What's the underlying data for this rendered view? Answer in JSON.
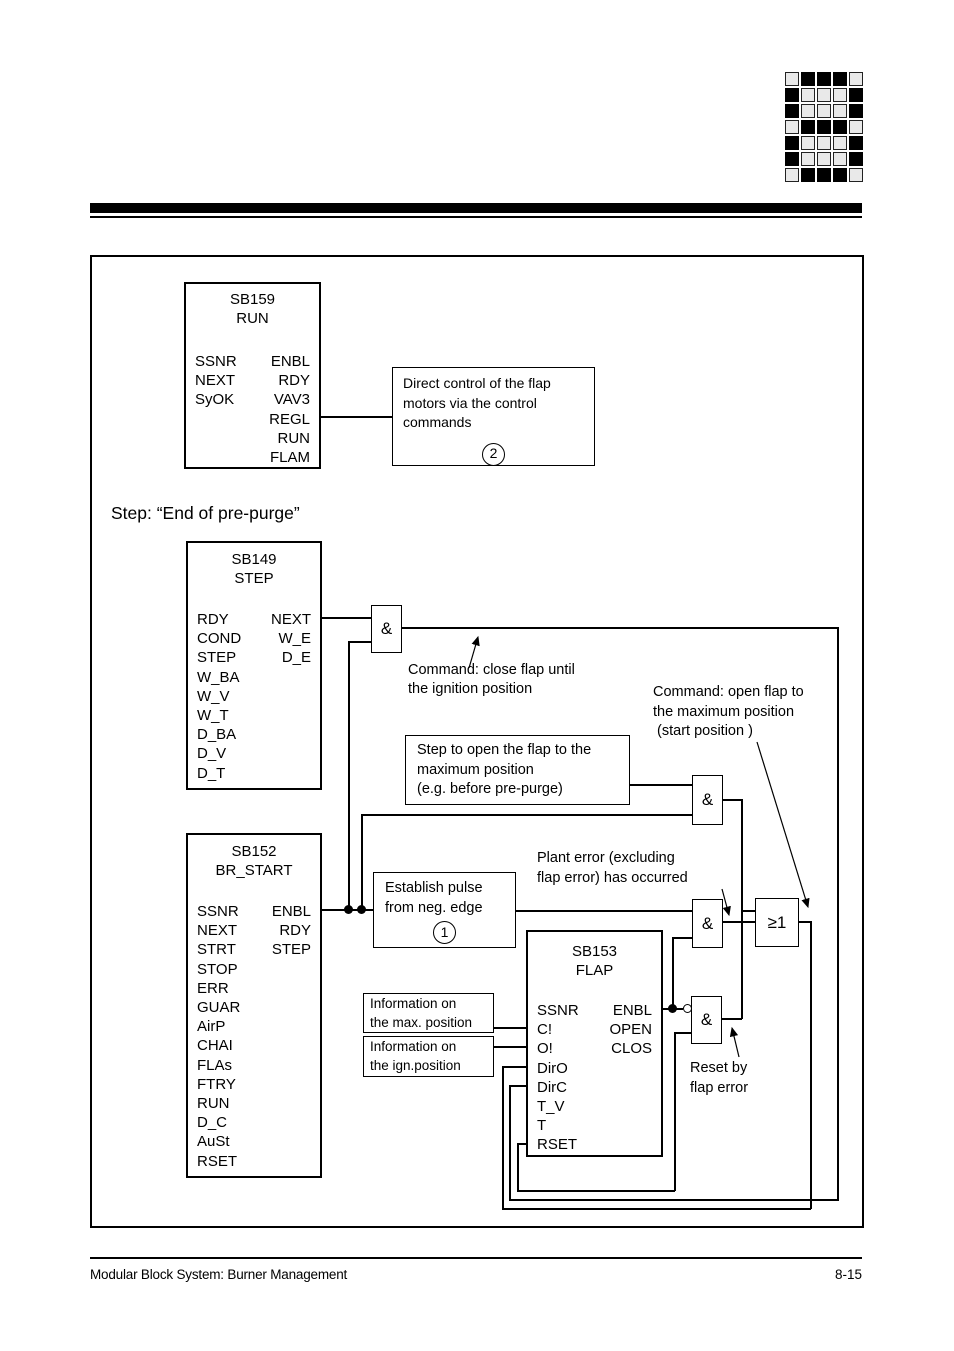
{
  "header": {
    "logo_rows": [
      "LBBBL",
      "BLLLB",
      "BLLLB",
      "LBBBL",
      "BLLLB",
      "BLLLB",
      "LBBBL"
    ]
  },
  "heading": "Step: “End of pre-purge”",
  "blocks": {
    "sb159": {
      "title": [
        "SB159",
        "RUN"
      ],
      "left": [
        "SSNR",
        "NEXT",
        "SyOK"
      ],
      "right": [
        "ENBL",
        "RDY",
        "VAV3",
        "REGL",
        "RUN",
        "FLAM"
      ]
    },
    "sb149": {
      "title": [
        "SB149",
        "STEP"
      ],
      "left": [
        "RDY",
        "COND",
        "STEP",
        "W_BA",
        "W_V",
        "W_T",
        "D_BA",
        "D_V",
        "D_T"
      ],
      "right": [
        "NEXT",
        "W_E",
        "D_E"
      ]
    },
    "sb152": {
      "title": [
        "SB152",
        "BR_START"
      ],
      "left": [
        "SSNR",
        "NEXT",
        "STRT",
        "STOP",
        "ERR",
        "GUAR",
        "AirP",
        "CHAI",
        "FLAs",
        "FTRY",
        "RUN",
        "D_C",
        "AuSt",
        "RSET"
      ],
      "right": [
        "ENBL",
        "RDY",
        "STEP"
      ]
    },
    "sb153": {
      "title": [
        "SB153",
        "FLAP"
      ],
      "left": [
        "SSNR",
        "C!",
        "O!",
        "DirO",
        "DirC",
        "T_V",
        "T",
        "RSET"
      ],
      "right": [
        "ENBL",
        "OPEN",
        "CLOS"
      ]
    }
  },
  "gates": {
    "gate1": "&",
    "gate2": "&",
    "gate3": "&",
    "gate4": "&",
    "or1": "≥1"
  },
  "notes": {
    "note-direct": {
      "lines": [
        "Direct control of the flap",
        "motors via the control",
        "commands"
      ],
      "badge": "2"
    },
    "note-step-open": {
      "lines": [
        "Step to open the flap to the",
        "maximum position",
        "(e.g. before pre-purge)"
      ]
    },
    "note-establish": {
      "lines": [
        "Establish pulse",
        "from neg. edge"
      ],
      "badge": "1"
    },
    "note-info-max": {
      "lines": [
        "Information on",
        "the max. position"
      ]
    },
    "note-info-ign": {
      "lines": [
        "Information on",
        "the ign.position"
      ]
    }
  },
  "labels": {
    "cmd-close": {
      "lines": [
        "Command: close flap until",
        "the ignition position"
      ]
    },
    "cmd-open": {
      "lines": [
        "Command: open flap to",
        "the maximum position",
        " (start position )"
      ]
    },
    "plant-error": {
      "lines": [
        "Plant error (excluding",
        "flap error) has occurred"
      ]
    },
    "reset-by": {
      "lines": [
        "Reset by",
        "flap error"
      ]
    }
  },
  "footer": {
    "left": "Modular Block System: Burner Management",
    "page": "8-15"
  }
}
